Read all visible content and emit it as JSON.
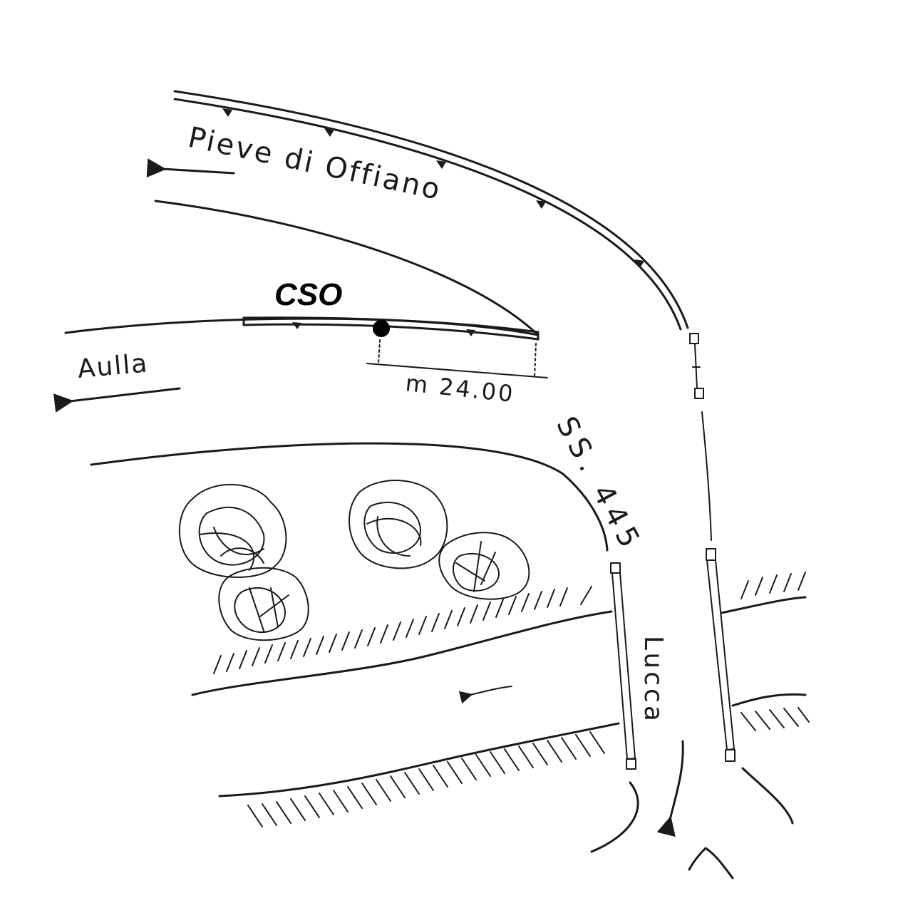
{
  "labels": {
    "pieve": "Pieve di Offiano",
    "aulla": "Aulla",
    "cso": "CSO",
    "distance": "m 24.00",
    "road": "SS. 445",
    "lucca": "Lucca"
  },
  "colors": {
    "ink": "#1a1a1a",
    "background": "#ffffff"
  }
}
